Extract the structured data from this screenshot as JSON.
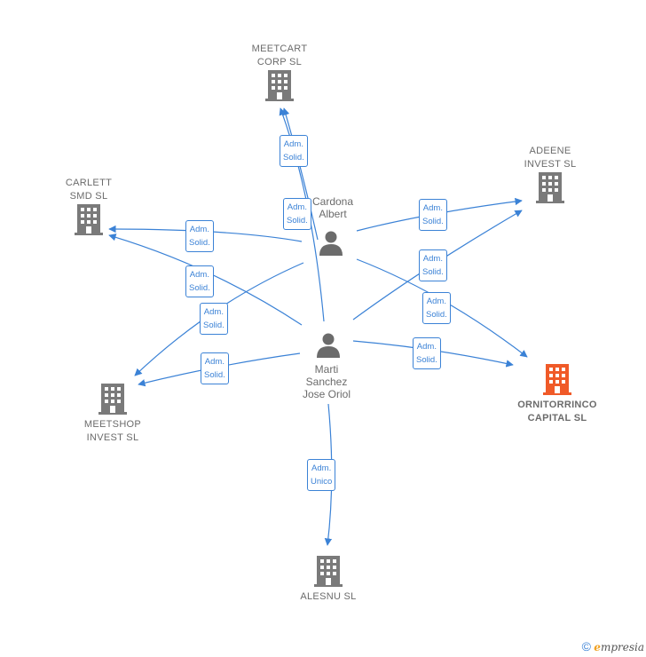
{
  "companies": {
    "meetcart": "MEETCART\nCORP SL",
    "adeene": "ADEENE\nINVEST SL",
    "carlett": "CARLETT\nSMD SL",
    "meetshop": "MEETSHOP\nINVEST SL",
    "ornitorrinco": "ORNITORRINCO\nCAPITAL SL",
    "alesnu": "ALESNU SL"
  },
  "persons": {
    "cardona": "Cardona\nAlbert",
    "marti": "Marti\nSanchez\nJose Oriol"
  },
  "edge_labels": {
    "e1": "Adm.\nSolid.",
    "e2": "Adm.\nSolid.",
    "e3": "Adm.\nSolid.",
    "e4": "Adm.\nSolid.",
    "e5": "Adm.\nSolid.",
    "e6": "Adm.\nSolid.",
    "e7": "Adm.\nSolid.",
    "e8": "Adm.\nSolid.",
    "e9": "Adm.\nSolid.",
    "e10": "Adm.\nSolid.",
    "e11": "Adm.\nUnico"
  },
  "colors": {
    "edge": "#3b82d6",
    "building": "#7a7a7a",
    "focus": "#f05a28",
    "person": "#6b6b6b"
  },
  "footer": {
    "copyright": "©",
    "brand_e": "e",
    "brand_rest": "mpresia"
  }
}
